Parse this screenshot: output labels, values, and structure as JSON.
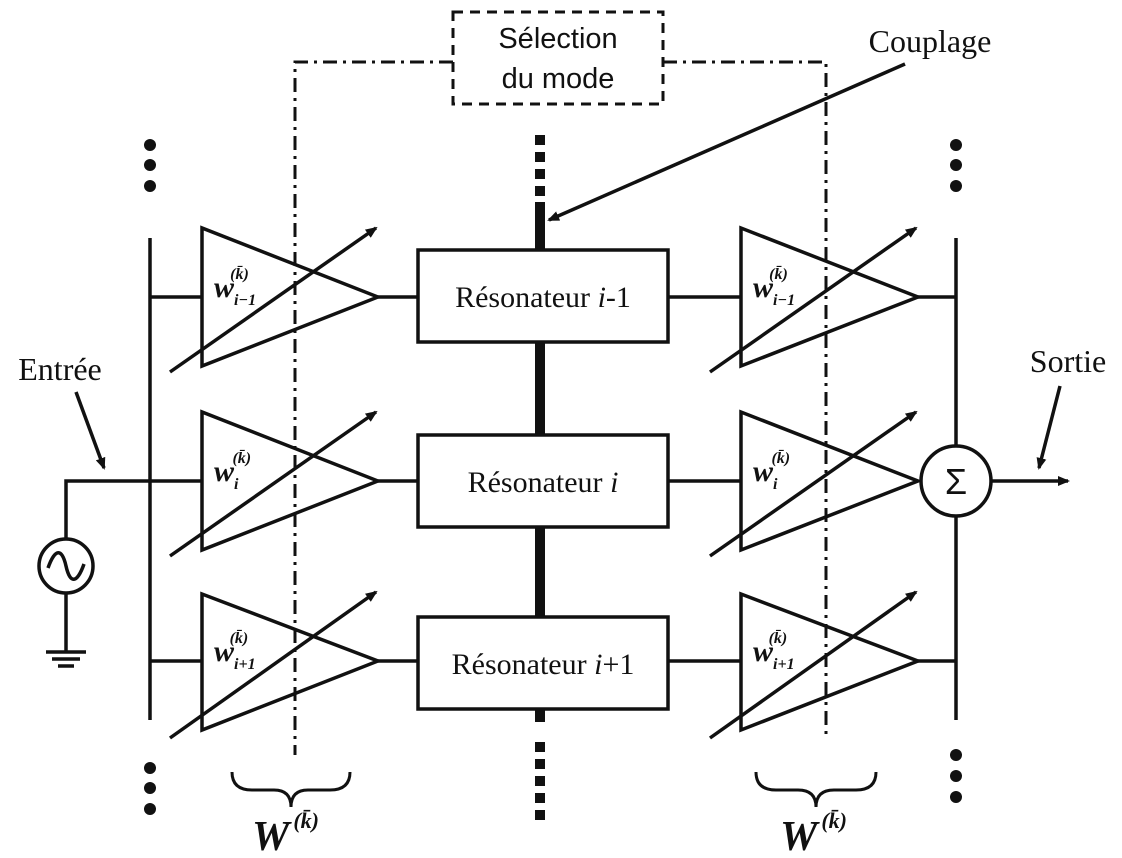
{
  "title_box": {
    "line1": "Sélection",
    "line2": "du mode"
  },
  "labels": {
    "coupling": "Couplage",
    "input": "Entrée",
    "output": "Sortie",
    "sum_symbol": "Σ"
  },
  "resonators": [
    {
      "label": "Résonateur ",
      "index": "i",
      "suffix": "-1"
    },
    {
      "label": "Résonateur ",
      "index": "i",
      "suffix": ""
    },
    {
      "label": "Résonateur ",
      "index": "i",
      "suffix": "+1"
    }
  ],
  "weights": [
    {
      "base": "w",
      "sub": "i−1",
      "sup": "(k̄)"
    },
    {
      "base": "w",
      "sub": "i",
      "sup": "(k̄)"
    },
    {
      "base": "w",
      "sub": "i+1",
      "sup": "(k̄)"
    }
  ],
  "bank_labels": [
    {
      "base": "W",
      "sup": "(k̄)"
    },
    {
      "base": "W",
      "sup": "(k̄)"
    }
  ],
  "icons": [
    "sine-source-icon",
    "ground-icon",
    "sum-icon",
    "amplifier-icon"
  ]
}
